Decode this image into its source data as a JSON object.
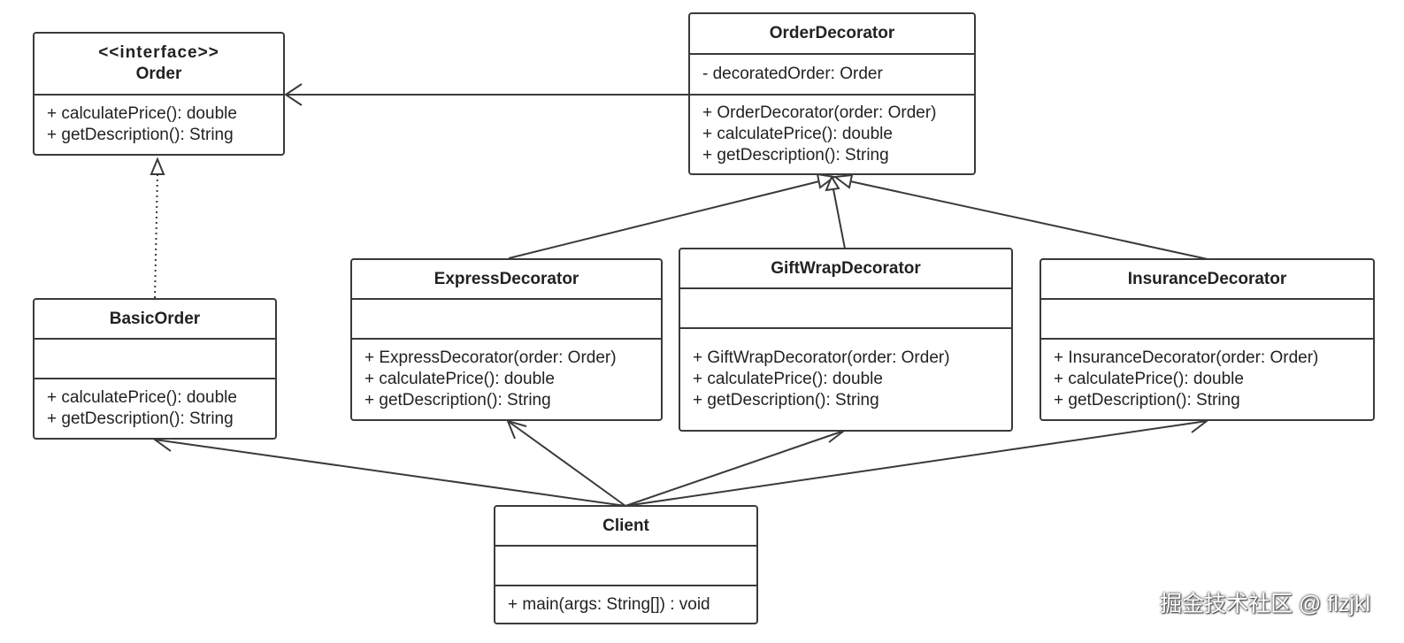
{
  "classes": {
    "order": {
      "stereotype": "<<interface>>",
      "name": "Order",
      "methods": [
        "+ calculatePrice(): double",
        "+ getDescription(): String"
      ]
    },
    "order_decorator": {
      "name": "OrderDecorator",
      "attributes": [
        "- decoratedOrder: Order"
      ],
      "methods": [
        "+ OrderDecorator(order: Order)",
        "+ calculatePrice(): double",
        "+ getDescription(): String"
      ]
    },
    "basic_order": {
      "name": "BasicOrder",
      "methods": [
        "+ calculatePrice(): double",
        "+ getDescription(): String"
      ]
    },
    "express_decorator": {
      "name": "ExpressDecorator",
      "methods": [
        "+ ExpressDecorator(order: Order)",
        "+ calculatePrice(): double",
        "+ getDescription(): String"
      ]
    },
    "giftwrap_decorator": {
      "name": "GiftWrapDecorator",
      "methods": [
        "+ GiftWrapDecorator(order: Order)",
        "+ calculatePrice(): double",
        "+ getDescription(): String"
      ]
    },
    "insurance_decorator": {
      "name": "InsuranceDecorator",
      "methods": [
        "+ InsuranceDecorator(order: Order)",
        "+ calculatePrice(): double",
        "+ getDescription(): String"
      ]
    },
    "client": {
      "name": "Client",
      "methods": [
        "+ main(args: String[]) : void"
      ]
    }
  },
  "relationships": [
    {
      "from": "OrderDecorator",
      "to": "Order",
      "type": "association"
    },
    {
      "from": "BasicOrder",
      "to": "Order",
      "type": "realization"
    },
    {
      "from": "ExpressDecorator",
      "to": "OrderDecorator",
      "type": "generalization"
    },
    {
      "from": "GiftWrapDecorator",
      "to": "OrderDecorator",
      "type": "generalization"
    },
    {
      "from": "InsuranceDecorator",
      "to": "OrderDecorator",
      "type": "generalization"
    },
    {
      "from": "Client",
      "to": "BasicOrder",
      "type": "association"
    },
    {
      "from": "Client",
      "to": "ExpressDecorator",
      "type": "association"
    },
    {
      "from": "Client",
      "to": "GiftWrapDecorator",
      "type": "association"
    },
    {
      "from": "Client",
      "to": "InsuranceDecorator",
      "type": "association"
    }
  ],
  "watermark": "掘金技术社区 @ flzjkl",
  "colors": {
    "line": "#3a3a3a",
    "border": "#3a3a3a",
    "background": "#ffffff"
  }
}
